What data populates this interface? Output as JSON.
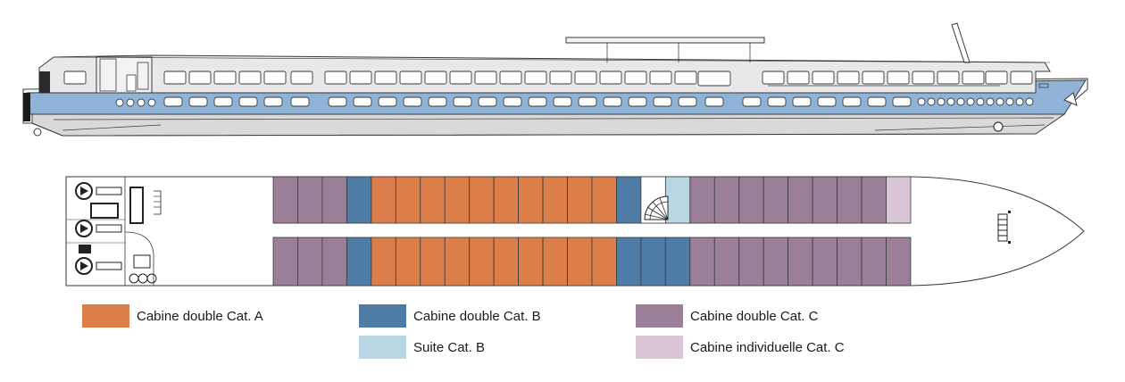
{
  "colors": {
    "cat_a_double": "#DC7E4A",
    "cat_b_double": "#4F7CA6",
    "cat_c_double": "#9B7E97",
    "suite_b": "#B9D6E4",
    "single_c": "#D9C5D6",
    "hull_stripe": "#8FB4D8",
    "outline": "#3a3a3a"
  },
  "deck_plan": {
    "top_row": [
      "C",
      "C",
      "C",
      "B",
      "A",
      "A",
      "A",
      "A",
      "A",
      "A",
      "A",
      "A",
      "A",
      "A",
      "B",
      "stair",
      "SB",
      "C",
      "C",
      "C",
      "C",
      "C",
      "C",
      "C",
      "C",
      "SC"
    ],
    "bottom_row": [
      "C",
      "C",
      "C",
      "B",
      "A",
      "A",
      "A",
      "A",
      "A",
      "A",
      "A",
      "A",
      "A",
      "A",
      "B",
      "B",
      "B",
      "C",
      "C",
      "C",
      "C",
      "C",
      "C",
      "C",
      "C",
      "C"
    ]
  },
  "legend": [
    {
      "key": "A",
      "label": "Cabine double Cat. A",
      "color": "#DC7E4A"
    },
    {
      "key": "B",
      "label": "Cabine double Cat. B",
      "color": "#4F7CA6"
    },
    {
      "key": "C",
      "label": "Cabine double Cat. C",
      "color": "#9B7E97"
    },
    {
      "key": "SB",
      "label": "Suite Cat. B",
      "color": "#B9D6E4"
    },
    {
      "key": "SC",
      "label": "Cabine individuelle Cat. C",
      "color": "#D9C5D6"
    }
  ]
}
